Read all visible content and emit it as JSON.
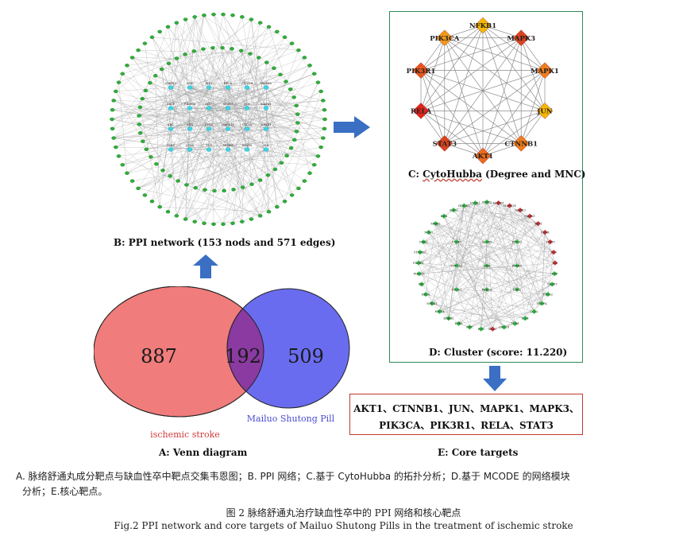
{
  "network": {
    "center_labels": [
      "MAPK3",
      "NCF",
      "PIK3",
      "RELA",
      "CTNNB",
      "MAPK8",
      "CASP",
      "PIK3CA",
      "AKT1",
      "STAT3",
      "JUN",
      "MAPK1",
      "SRC",
      "RXR",
      "CYCS",
      "MAPK14",
      "CXCL8",
      "NFKB1",
      "TLR4",
      "CCL2",
      "TNF",
      "VEGFA",
      "MMP9",
      "IL6"
    ],
    "caption": "B: PPI network (153 nods and 571 edges)"
  },
  "cytohubba": {
    "nodes": [
      {
        "label": "NFKB1",
        "color": "#f5b800"
      },
      {
        "label": "MAPK3",
        "color": "#d9441e"
      },
      {
        "label": "MAPK1",
        "color": "#ef7d1a"
      },
      {
        "label": "JUN",
        "color": "#f5b800"
      },
      {
        "label": "CTNNB1",
        "color": "#ef7d1a"
      },
      {
        "label": "AKT1",
        "color": "#ec6a1c"
      },
      {
        "label": "STAT3",
        "color": "#d9441e"
      },
      {
        "label": "RELA",
        "color": "#e0241a"
      },
      {
        "label": "PIK3R1",
        "color": "#e7551c"
      },
      {
        "label": "PIK3CA",
        "color": "#f29a18"
      }
    ],
    "caption_prefix": "C: ",
    "caption_tool": "CytoHubba",
    "caption_suffix": " (Degree and MNC)"
  },
  "cluster": {
    "ring_labels": [
      "MMP2",
      "MAPK8",
      "MAPK14",
      "MAPK3",
      "MAPK1",
      "AKT1",
      "EGFR",
      "STAT3",
      "JUN",
      "IL6",
      "TNF",
      "CASP3",
      "PTGS2",
      "VEGFA",
      "CCL2",
      "IL1B",
      "TLR4",
      "CXCL8",
      "BCL2",
      "FOS",
      "MYC",
      "ESR1",
      "ERBB2",
      "HIF1A",
      "NFKB1",
      "RELA",
      "SRC",
      "PIK3CA",
      "PIK3R1",
      "CTNNB1",
      "CDH1",
      "NOS3",
      "MMP9",
      "KDR",
      "SOD1",
      "HMOX1",
      "ICAM1"
    ],
    "inner_labels": [
      "CASP9",
      "ALOX5",
      "PTGS1",
      "CYP1A1",
      "AHR",
      "PPARG",
      "NR3C1",
      "PRKCA",
      "ESR2"
    ],
    "caption": "D: Cluster (score: 11.220)"
  },
  "venn": {
    "left_value": "887",
    "overlap_value": "192",
    "right_value": "509",
    "left_label": "ischemic stroke",
    "right_label": "Mailuo Shutong Pill",
    "left_color": "#f07c7c",
    "right_color": "#6a6cf0",
    "overlap_color": "#8a3aa0",
    "caption": "A: Venn diagram"
  },
  "core_targets": {
    "line1": "AKT1、CTNNB1、JUN、MAPK1、MAPK3、",
    "line2": "PIK3CA、PIK3R1、RELA、STAT3",
    "caption": "E: Core targets"
  },
  "legend": {
    "line1": "A. 脉络舒通丸成分靶点与缺血性卒中靶点交集韦恩图；B. PPI 网络；C.基于 CytoHubba 的拓扑分析；D.基于 MCODE 的网络模块",
    "line2": "分析；E.核心靶点。"
  },
  "figure": {
    "title_cn": "图 2  脉络舒通丸治疗缺血性卒中的 PPI 网络和核心靶点",
    "title_en": "Fig.2 PPI network and core targets of Mailuo Shutong Pills in the treatment of ischemic stroke"
  },
  "colors": {
    "arrow": "#3a6fc4",
    "node_green": "#2fae3a",
    "node_cyan": "#3ad6e6",
    "edge": "#9a9a9a",
    "box_c": "#2e8b57",
    "box_e": "#c0392b",
    "cluster_red": "#d9363a",
    "cluster_green": "#35c64a"
  }
}
